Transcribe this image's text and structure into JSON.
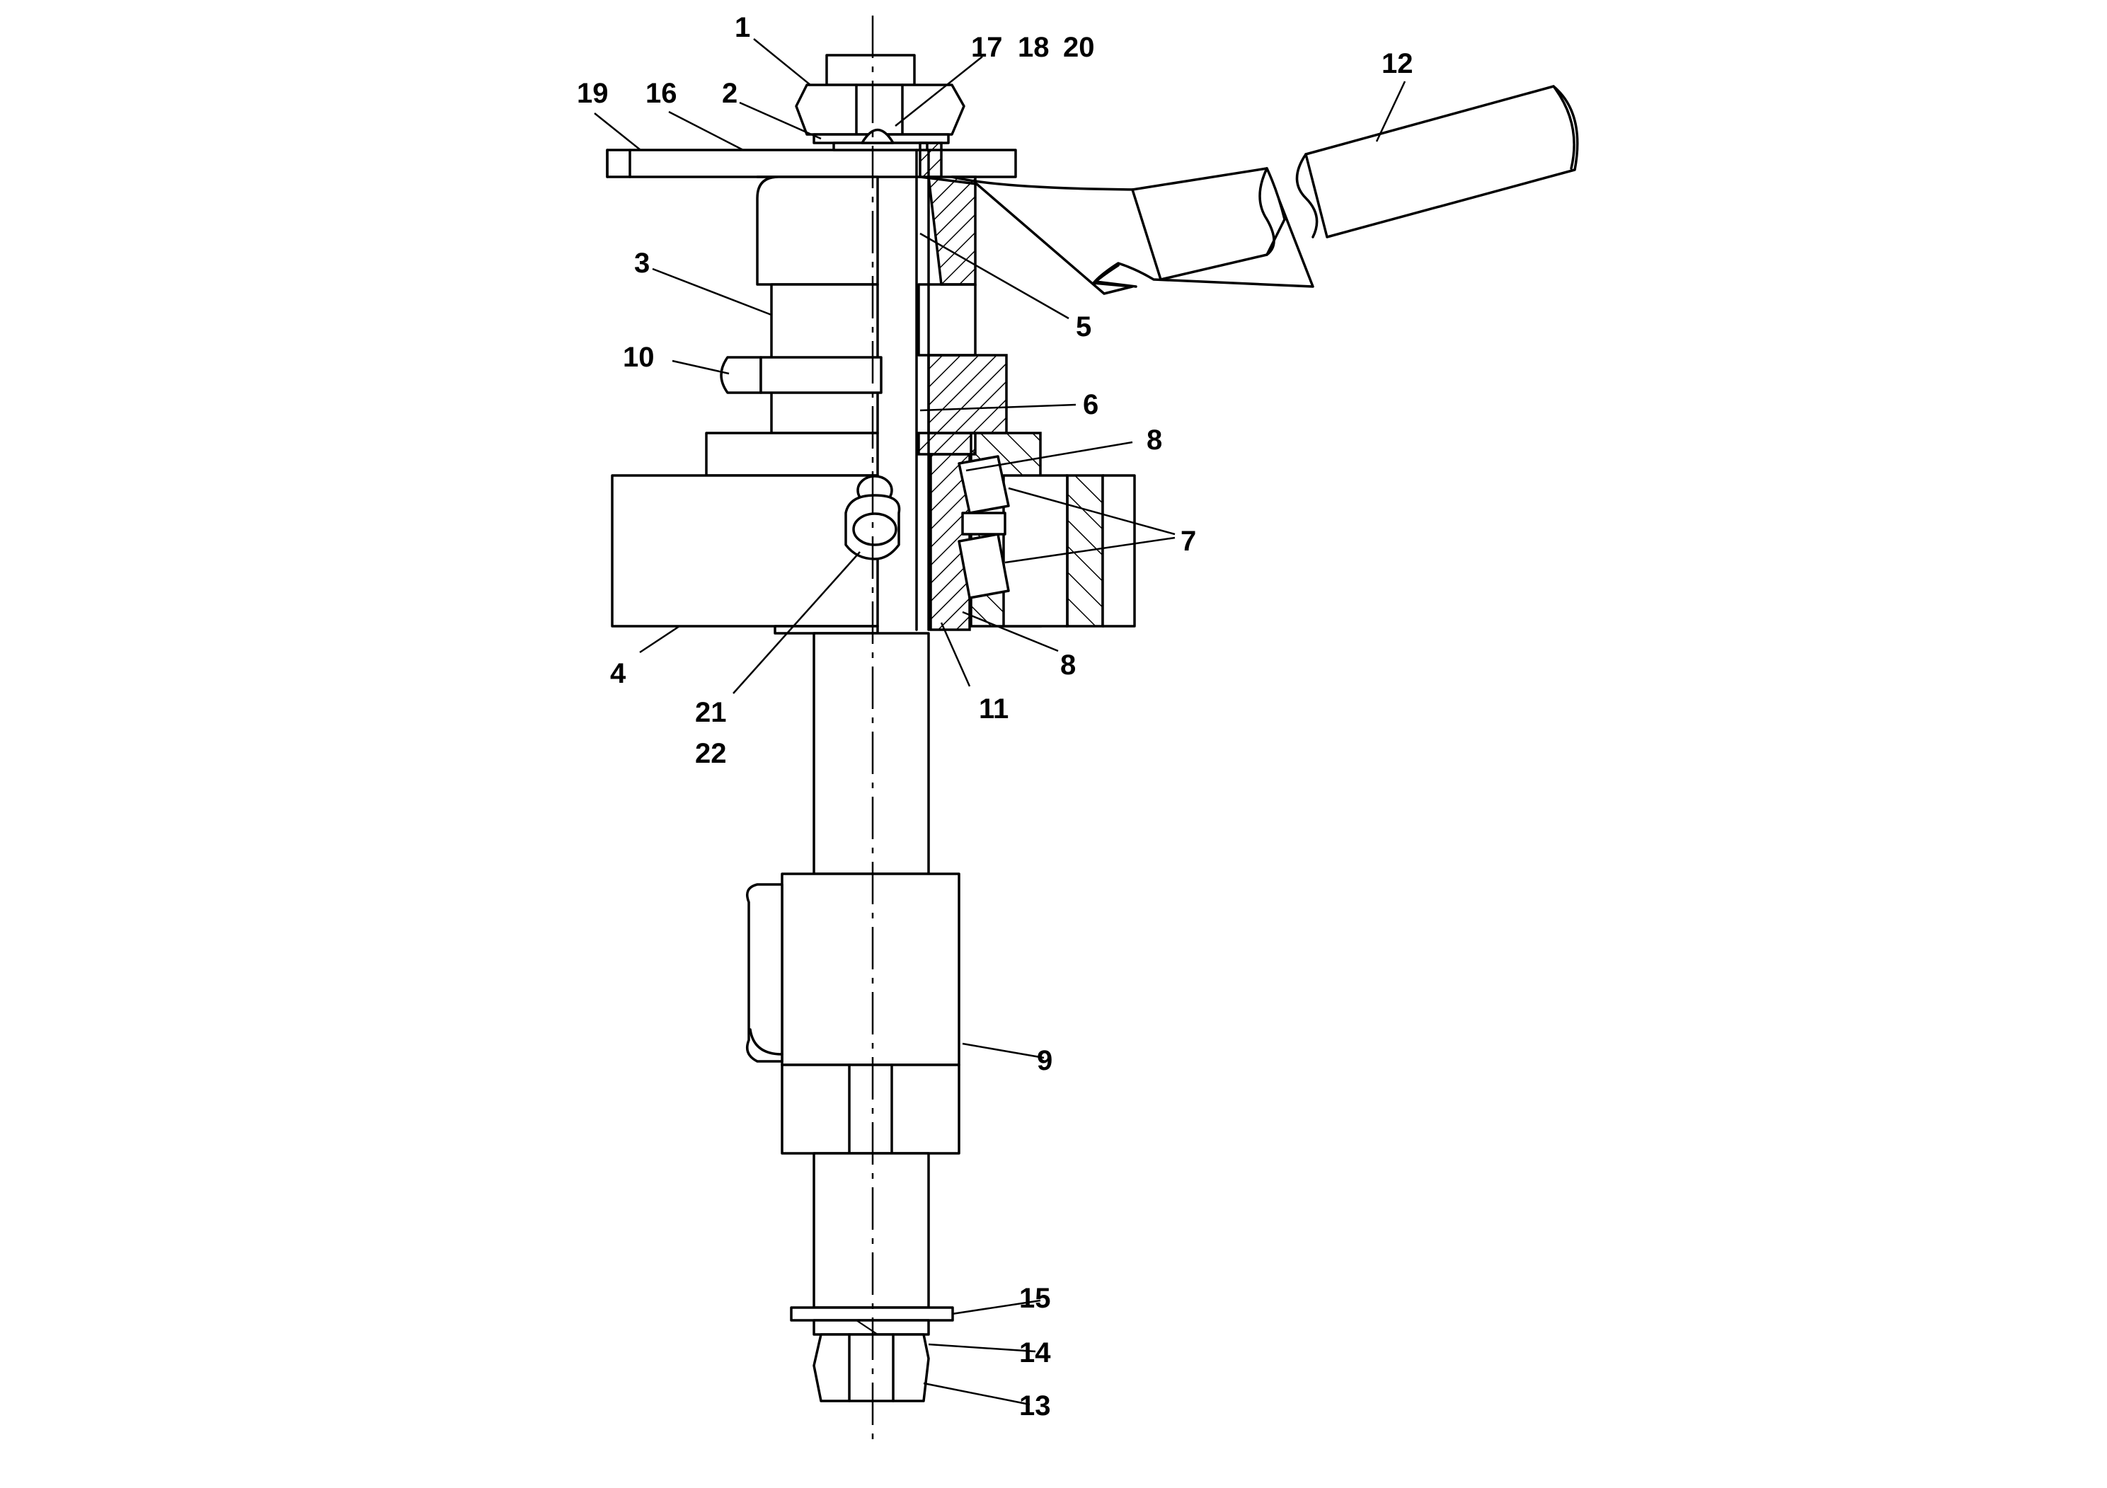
{
  "callouts": {
    "c1": "1",
    "c2": "2",
    "c3": "3",
    "c4": "4",
    "c5": "5",
    "c6": "6",
    "c7": "7",
    "c8_top": "8",
    "c8_bottom": "8",
    "c9": "9",
    "c10": "10",
    "c11": "11",
    "c12": "12",
    "c13": "13",
    "c14": "14",
    "c15": "15",
    "c16": "16",
    "c17": "17",
    "c18": "18",
    "c19": "19",
    "c20": "20",
    "c21": "21",
    "c22": "22"
  }
}
